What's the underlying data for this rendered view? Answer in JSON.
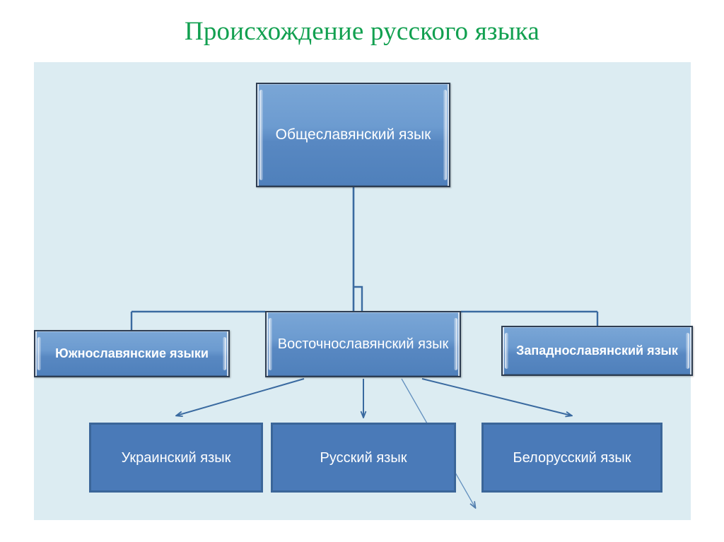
{
  "slide": {
    "title": "Происхождение русского языка",
    "title_color": "#12a050",
    "panel_color": "#dcecf2",
    "node_fill": "#5888c2",
    "node_flat_fill": "#4a7ab8",
    "connector_color": "#3a6aa0"
  },
  "diagram": {
    "type": "tree",
    "root": {
      "id": "common",
      "label": "Общеславянский язык"
    },
    "level2": [
      {
        "id": "south",
        "label": "Южнославянские языки"
      },
      {
        "id": "east",
        "label": "Восточнославянский язык"
      },
      {
        "id": "west",
        "label": "Западнославянский язык"
      }
    ],
    "level3": [
      {
        "id": "uk",
        "label": "Украинский язык"
      },
      {
        "id": "ru",
        "label": "Русский язык"
      },
      {
        "id": "by",
        "label": "Белорусский язык"
      }
    ],
    "edges": [
      {
        "from": "common",
        "to": "south",
        "style": "elbow"
      },
      {
        "from": "common",
        "to": "east",
        "style": "straight"
      },
      {
        "from": "common",
        "to": "west",
        "style": "elbow"
      },
      {
        "from": "east",
        "to": "uk",
        "style": "arrow-diagonal-left"
      },
      {
        "from": "east",
        "to": "ru",
        "style": "arrow-vertical"
      },
      {
        "from": "east",
        "to": "by",
        "style": "arrow-diagonal-right"
      },
      {
        "from": "east",
        "to": "stray",
        "style": "arrow-diagonal-long"
      }
    ]
  }
}
